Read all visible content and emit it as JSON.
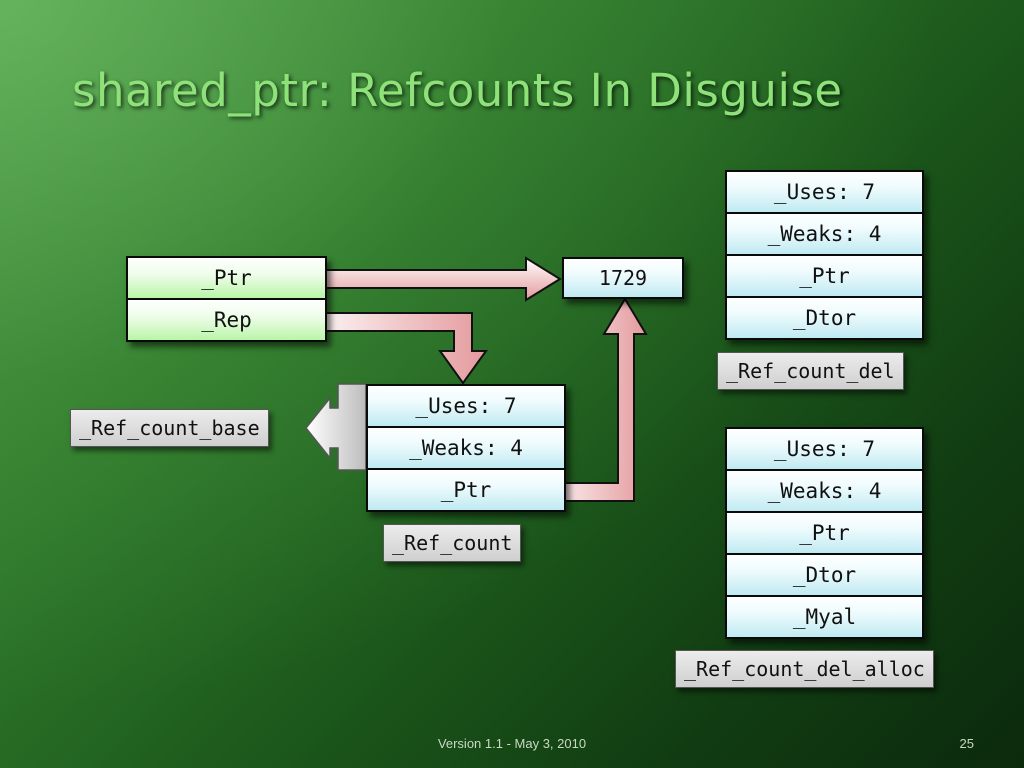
{
  "slide": {
    "title": "shared_ptr: Refcounts In Disguise",
    "footer": "Version 1.1 - May 3, 2010",
    "page_number": "25"
  },
  "shared_ptr": {
    "fields": [
      "_Ptr",
      "_Rep"
    ]
  },
  "pointee": {
    "value": "1729"
  },
  "ref_count_base": {
    "name": "_Ref_count_base"
  },
  "ref_count": {
    "name": "_Ref_count",
    "fields": [
      "_Uses: 7",
      "_Weaks: 4",
      "_Ptr"
    ]
  },
  "ref_count_del": {
    "name": "_Ref_count_del",
    "fields": [
      "_Uses: 7",
      "_Weaks: 4",
      "_Ptr",
      "_Dtor"
    ]
  },
  "ref_count_del_alloc": {
    "name": "_Ref_count_del_alloc",
    "fields": [
      "_Uses: 7",
      "_Weaks: 4",
      "_Ptr",
      "_Dtor",
      "_Myal"
    ]
  },
  "colors": {
    "title": "#8fe27a",
    "cell_blue": "#bfeaf2",
    "cell_green": "#b9f5a8",
    "pointer_arrow": "#e8a8aa",
    "inheritance_arrow": "#cccccc"
  }
}
